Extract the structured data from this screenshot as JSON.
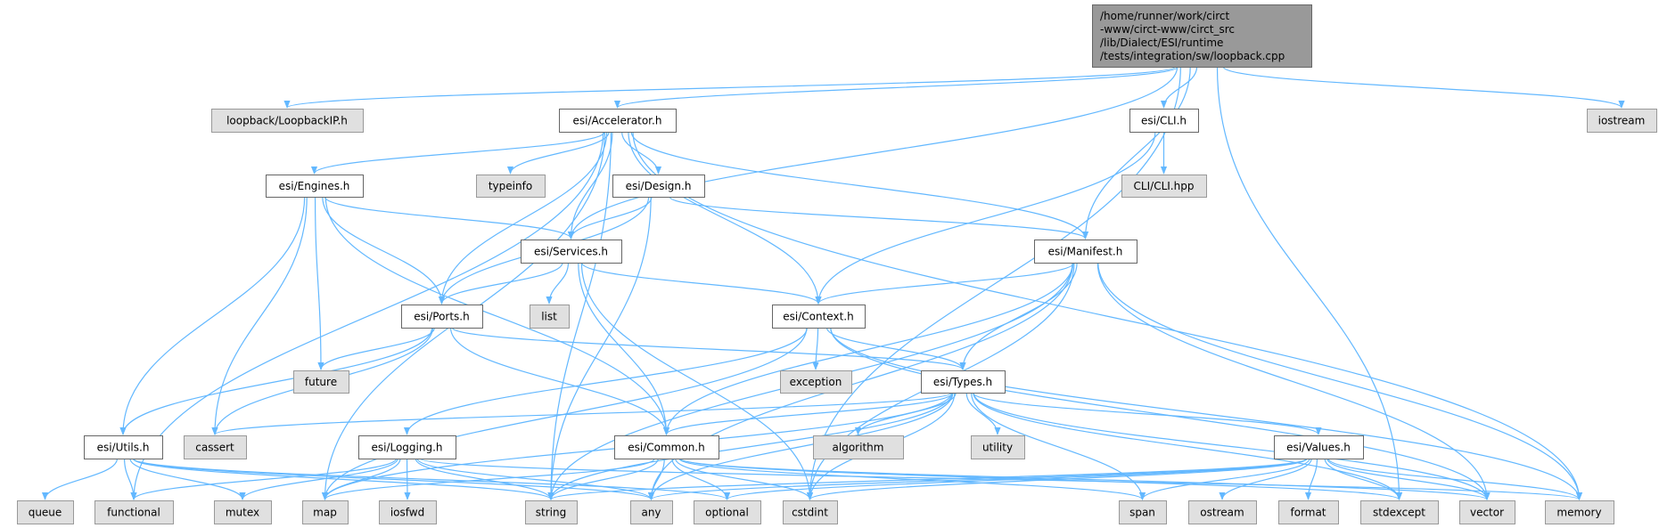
{
  "graph": {
    "root": {
      "id": "root",
      "lines": [
        "/home/runner/work/circt",
        "-www/circt-www/circt_src",
        "/lib/Dialect/ESI/runtime",
        "/tests/integration/sw/loopback.cpp"
      ]
    },
    "nodes": [
      {
        "id": "loopbackip",
        "label": "loopback/LoopbackIP.h",
        "kind": "sys"
      },
      {
        "id": "accelerator",
        "label": "esi/Accelerator.h",
        "kind": "local"
      },
      {
        "id": "cli",
        "label": "esi/CLI.h",
        "kind": "local"
      },
      {
        "id": "iostream",
        "label": "iostream",
        "kind": "sys"
      },
      {
        "id": "engines",
        "label": "esi/Engines.h",
        "kind": "local"
      },
      {
        "id": "typeinfo",
        "label": "typeinfo",
        "kind": "sys"
      },
      {
        "id": "design",
        "label": "esi/Design.h",
        "kind": "local"
      },
      {
        "id": "clihpp",
        "label": "CLI/CLI.hpp",
        "kind": "sys"
      },
      {
        "id": "services",
        "label": "esi/Services.h",
        "kind": "local"
      },
      {
        "id": "manifest",
        "label": "esi/Manifest.h",
        "kind": "local"
      },
      {
        "id": "ports",
        "label": "esi/Ports.h",
        "kind": "local"
      },
      {
        "id": "list",
        "label": "list",
        "kind": "sys"
      },
      {
        "id": "context",
        "label": "esi/Context.h",
        "kind": "local"
      },
      {
        "id": "future",
        "label": "future",
        "kind": "sys"
      },
      {
        "id": "exception",
        "label": "exception",
        "kind": "sys"
      },
      {
        "id": "types",
        "label": "esi/Types.h",
        "kind": "local"
      },
      {
        "id": "utils",
        "label": "esi/Utils.h",
        "kind": "local"
      },
      {
        "id": "cassert",
        "label": "cassert",
        "kind": "sys"
      },
      {
        "id": "logging",
        "label": "esi/Logging.h",
        "kind": "local"
      },
      {
        "id": "common",
        "label": "esi/Common.h",
        "kind": "local"
      },
      {
        "id": "algorithm",
        "label": "algorithm",
        "kind": "sys"
      },
      {
        "id": "utility",
        "label": "utility",
        "kind": "sys"
      },
      {
        "id": "values",
        "label": "esi/Values.h",
        "kind": "local"
      },
      {
        "id": "queue",
        "label": "queue",
        "kind": "sys"
      },
      {
        "id": "functional",
        "label": "functional",
        "kind": "sys"
      },
      {
        "id": "mutex",
        "label": "mutex",
        "kind": "sys"
      },
      {
        "id": "map",
        "label": "map",
        "kind": "sys"
      },
      {
        "id": "iosfwd",
        "label": "iosfwd",
        "kind": "sys"
      },
      {
        "id": "string",
        "label": "string",
        "kind": "sys"
      },
      {
        "id": "any",
        "label": "any",
        "kind": "sys"
      },
      {
        "id": "optional",
        "label": "optional",
        "kind": "sys"
      },
      {
        "id": "cstdint",
        "label": "cstdint",
        "kind": "sys"
      },
      {
        "id": "span",
        "label": "span",
        "kind": "sys"
      },
      {
        "id": "ostream",
        "label": "ostream",
        "kind": "sys"
      },
      {
        "id": "format",
        "label": "format",
        "kind": "sys"
      },
      {
        "id": "stdexcept",
        "label": "stdexcept",
        "kind": "sys"
      },
      {
        "id": "vector",
        "label": "vector",
        "kind": "sys"
      },
      {
        "id": "memory",
        "label": "memory",
        "kind": "sys"
      }
    ],
    "edges": [
      [
        "root",
        "loopbackip"
      ],
      [
        "root",
        "accelerator"
      ],
      [
        "root",
        "services"
      ],
      [
        "root",
        "cli"
      ],
      [
        "root",
        "manifest"
      ],
      [
        "root",
        "iostream"
      ],
      [
        "root",
        "cstdint"
      ],
      [
        "root",
        "stdexcept"
      ],
      [
        "accelerator",
        "engines"
      ],
      [
        "accelerator",
        "typeinfo"
      ],
      [
        "accelerator",
        "design"
      ],
      [
        "accelerator",
        "services"
      ],
      [
        "accelerator",
        "ports"
      ],
      [
        "accelerator",
        "context"
      ],
      [
        "accelerator",
        "manifest"
      ],
      [
        "accelerator",
        "memory"
      ],
      [
        "accelerator",
        "string"
      ],
      [
        "accelerator",
        "functional"
      ],
      [
        "accelerator",
        "map"
      ],
      [
        "engines",
        "services"
      ],
      [
        "engines",
        "ports"
      ],
      [
        "engines",
        "future"
      ],
      [
        "engines",
        "cassert"
      ],
      [
        "engines",
        "utils"
      ],
      [
        "engines",
        "common"
      ],
      [
        "design",
        "services"
      ],
      [
        "design",
        "ports"
      ],
      [
        "design",
        "manifest"
      ],
      [
        "design",
        "string"
      ],
      [
        "services",
        "ports"
      ],
      [
        "services",
        "list"
      ],
      [
        "services",
        "context"
      ],
      [
        "services",
        "common"
      ],
      [
        "services",
        "cstdint"
      ],
      [
        "cli",
        "context"
      ],
      [
        "cli",
        "clihpp"
      ],
      [
        "manifest",
        "context"
      ],
      [
        "manifest",
        "types"
      ],
      [
        "manifest",
        "common"
      ],
      [
        "manifest",
        "string"
      ],
      [
        "manifest",
        "any"
      ],
      [
        "manifest",
        "cstdint"
      ],
      [
        "manifest",
        "vector"
      ],
      [
        "manifest",
        "memory"
      ],
      [
        "ports",
        "future"
      ],
      [
        "ports",
        "types"
      ],
      [
        "ports",
        "common"
      ],
      [
        "ports",
        "utils"
      ],
      [
        "ports",
        "cassert"
      ],
      [
        "context",
        "exception"
      ],
      [
        "context",
        "types"
      ],
      [
        "context",
        "logging"
      ],
      [
        "context",
        "map"
      ],
      [
        "context",
        "vector"
      ],
      [
        "context",
        "memory"
      ],
      [
        "types",
        "common"
      ],
      [
        "types",
        "values"
      ],
      [
        "types",
        "algorithm"
      ],
      [
        "types",
        "utility"
      ],
      [
        "types",
        "span"
      ],
      [
        "types",
        "cstdint"
      ],
      [
        "types",
        "string"
      ],
      [
        "types",
        "any"
      ],
      [
        "types",
        "map"
      ],
      [
        "types",
        "cassert"
      ],
      [
        "types",
        "stdexcept"
      ],
      [
        "types",
        "vector"
      ],
      [
        "utils",
        "queue"
      ],
      [
        "utils",
        "functional"
      ],
      [
        "utils",
        "mutex"
      ],
      [
        "utils",
        "string"
      ],
      [
        "utils",
        "any"
      ],
      [
        "utils",
        "optional"
      ],
      [
        "logging",
        "functional"
      ],
      [
        "logging",
        "mutex"
      ],
      [
        "logging",
        "map"
      ],
      [
        "logging",
        "iosfwd"
      ],
      [
        "logging",
        "string"
      ],
      [
        "logging",
        "any"
      ],
      [
        "logging",
        "memory"
      ],
      [
        "common",
        "string"
      ],
      [
        "common",
        "any"
      ],
      [
        "common",
        "optional"
      ],
      [
        "common",
        "cstdint"
      ],
      [
        "common",
        "map"
      ],
      [
        "common",
        "span"
      ],
      [
        "common",
        "stdexcept"
      ],
      [
        "common",
        "vector"
      ],
      [
        "values",
        "span"
      ],
      [
        "values",
        "ostream"
      ],
      [
        "values",
        "format"
      ],
      [
        "values",
        "stdexcept"
      ],
      [
        "values",
        "vector"
      ],
      [
        "values",
        "memory"
      ],
      [
        "values",
        "string"
      ],
      [
        "values",
        "any"
      ],
      [
        "values",
        "cstdint"
      ],
      [
        "values",
        "optional"
      ]
    ],
    "colors": {
      "edge": "#63b8ff",
      "root_fill": "#999999",
      "system_fill": "#e0e0e0",
      "local_fill": "#ffffff"
    }
  }
}
